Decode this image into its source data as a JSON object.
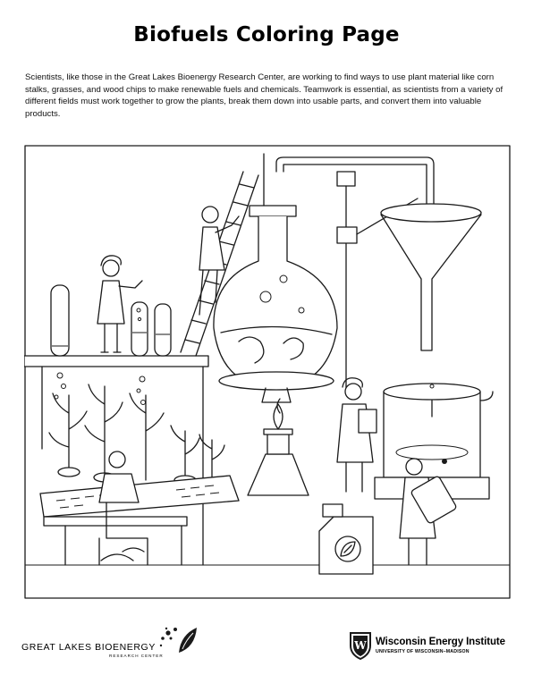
{
  "page": {
    "title": "Biofuels Coloring Page",
    "intro": "Scientists, like those in the Great Lakes Bioenergy Research Center, are working to find ways to use plant material like corn stalks, grasses, and wood chips to make renewable fuels and chemicals. Teamwork is essential, as scientists from a variety of different fields must work together to grow the plants, break them down into usable parts, and convert them into valuable products."
  },
  "illustration": {
    "icon": "coloring-illustration-icon"
  },
  "footer": {
    "left_logo": {
      "name": "GREAT LAKES BIOENERGY",
      "subtitle": "RESEARCH CENTER"
    },
    "right_logo": {
      "name": "Wisconsin Energy Institute",
      "subtitle": "UNIVERSITY OF WISCONSIN–MADISON",
      "crest_letter": "W"
    }
  },
  "colors": {
    "ink": "#1a1a1a",
    "background": "#ffffff"
  }
}
